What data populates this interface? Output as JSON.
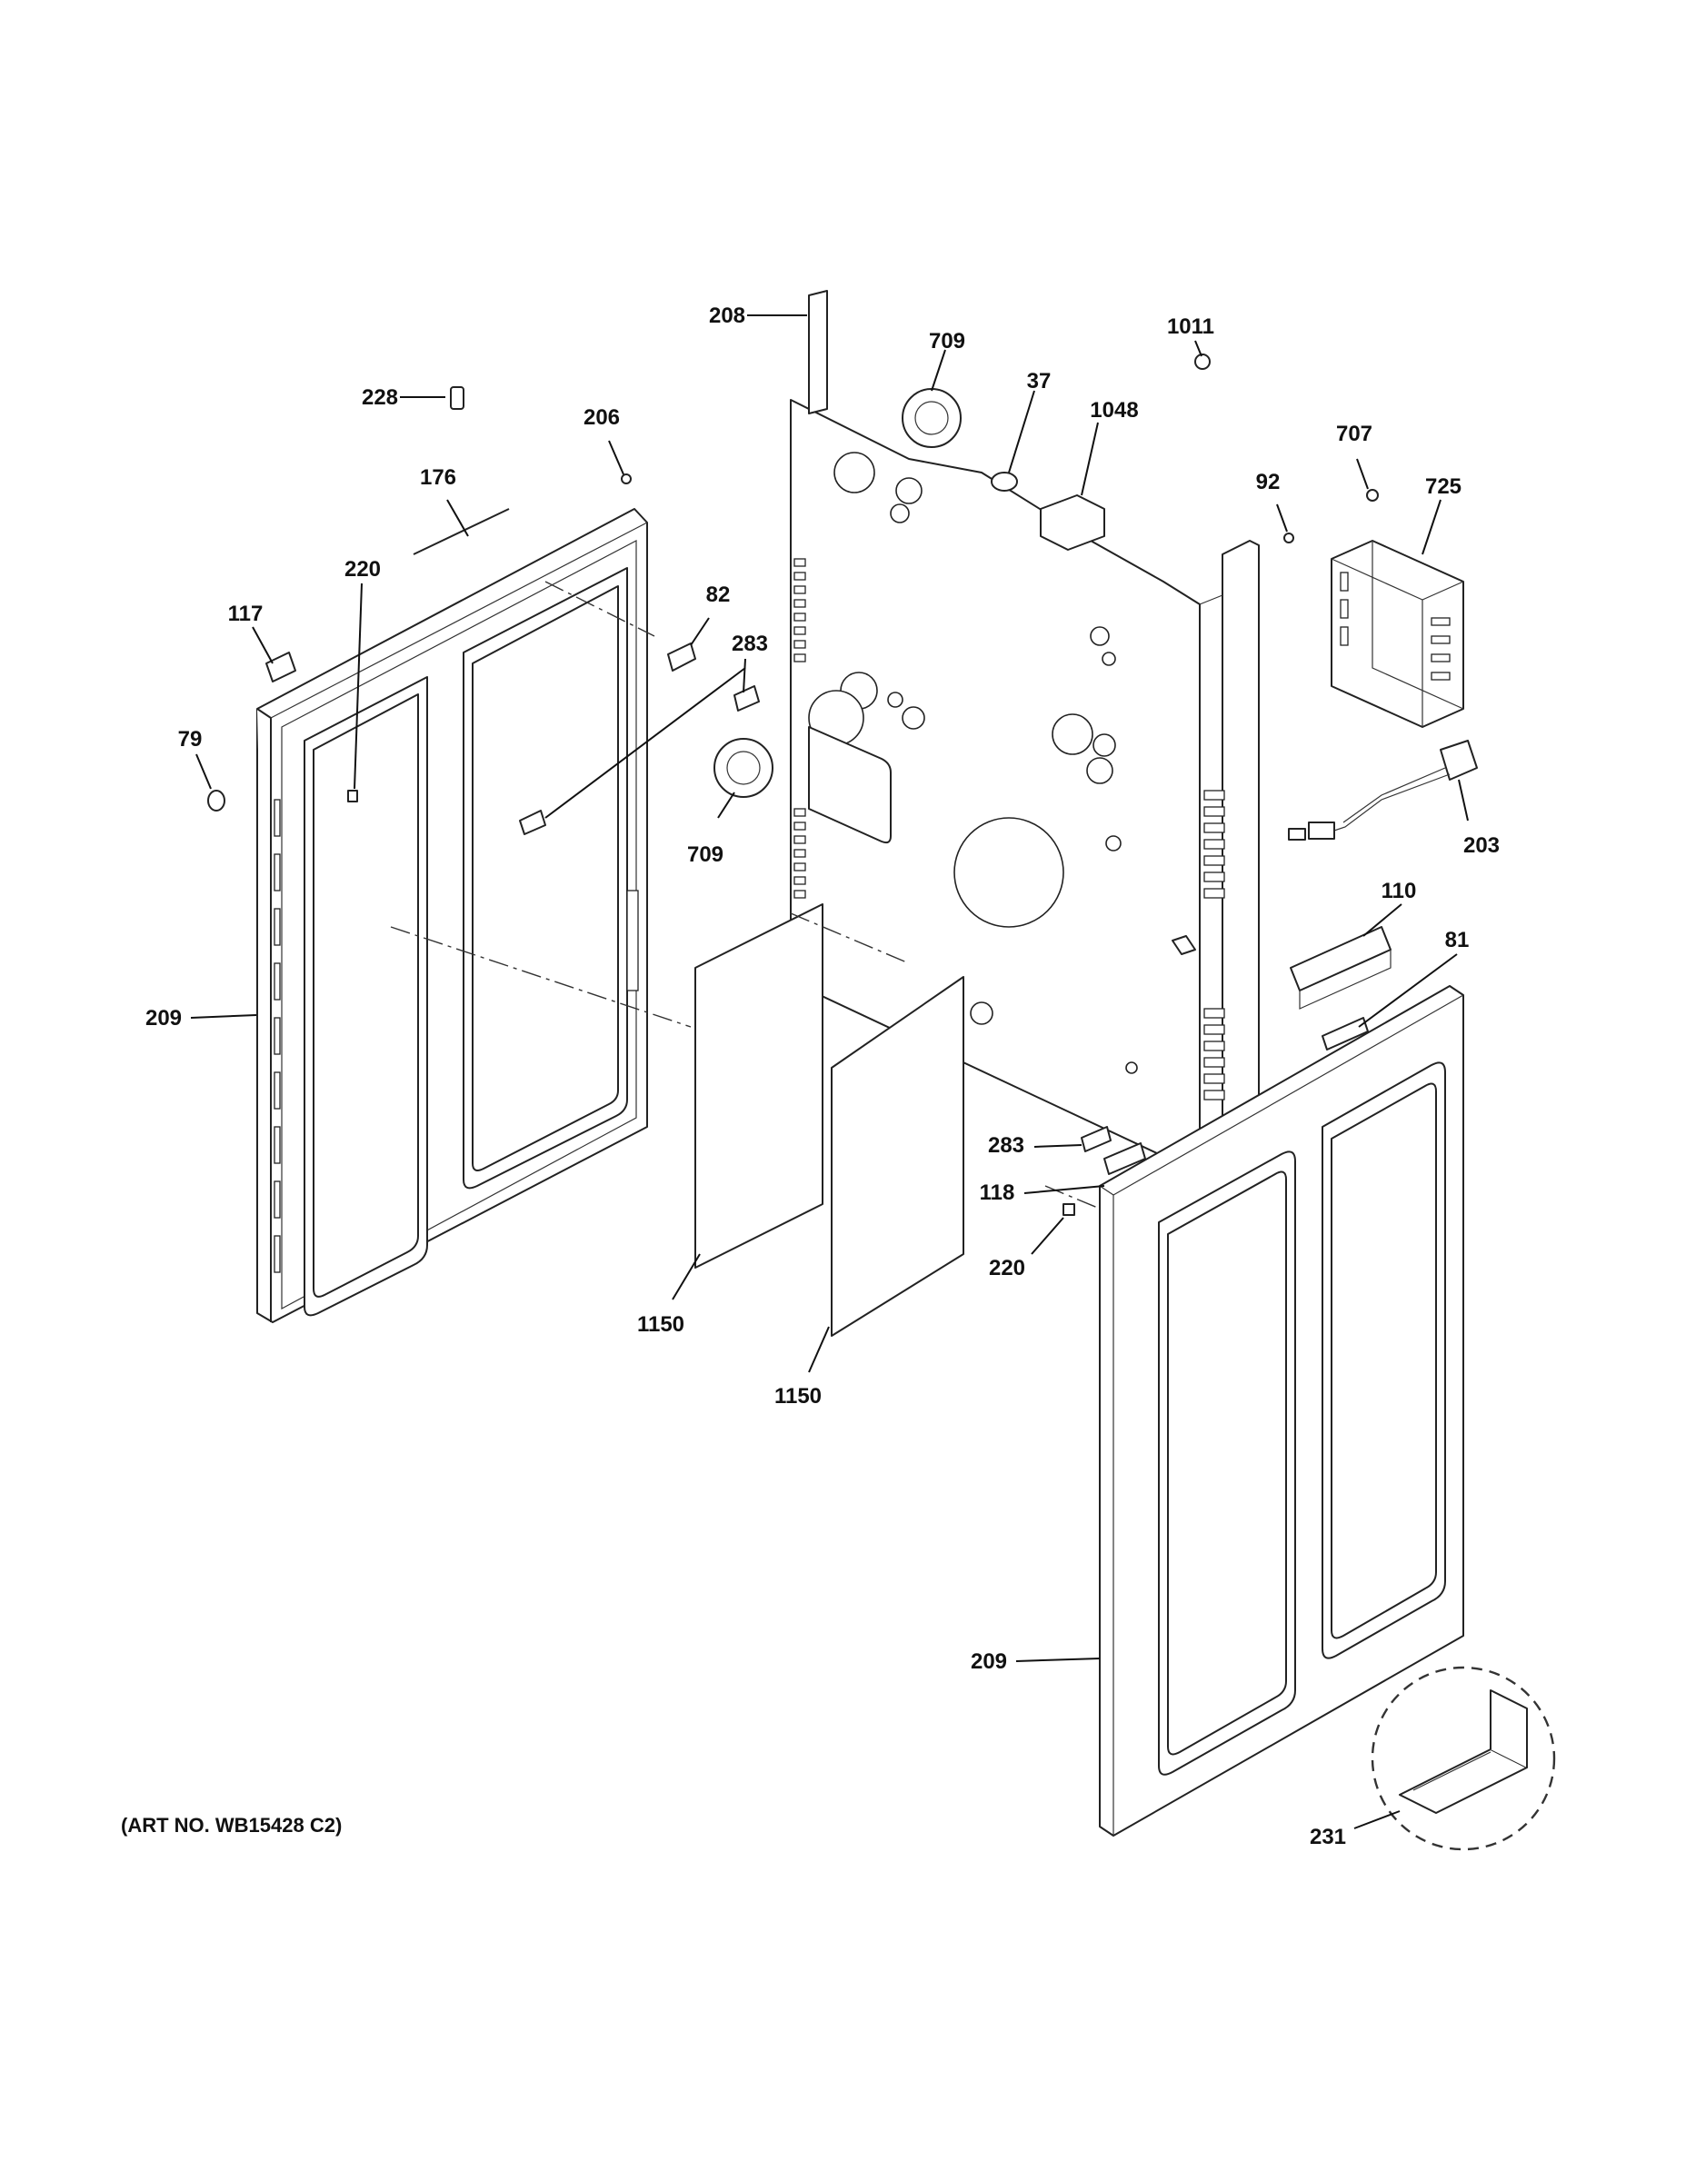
{
  "diagram": {
    "art_number": "(ART NO. WB15428 C2)",
    "callouts": [
      {
        "id": "c-208",
        "text": "208"
      },
      {
        "id": "c-709a",
        "text": "709"
      },
      {
        "id": "c-37",
        "text": "37"
      },
      {
        "id": "c-1011",
        "text": "1011"
      },
      {
        "id": "c-1048",
        "text": "1048"
      },
      {
        "id": "c-707",
        "text": "707"
      },
      {
        "id": "c-92",
        "text": "92"
      },
      {
        "id": "c-725",
        "text": "725"
      },
      {
        "id": "c-228",
        "text": "228"
      },
      {
        "id": "c-206",
        "text": "206"
      },
      {
        "id": "c-176",
        "text": "176"
      },
      {
        "id": "c-220a",
        "text": "220"
      },
      {
        "id": "c-82",
        "text": "82"
      },
      {
        "id": "c-283a",
        "text": "283"
      },
      {
        "id": "c-117",
        "text": "117"
      },
      {
        "id": "c-79",
        "text": "79"
      },
      {
        "id": "c-709b",
        "text": "709"
      },
      {
        "id": "c-203",
        "text": "203"
      },
      {
        "id": "c-110",
        "text": "110"
      },
      {
        "id": "c-81",
        "text": "81"
      },
      {
        "id": "c-209a",
        "text": "209"
      },
      {
        "id": "c-283b",
        "text": "283"
      },
      {
        "id": "c-118",
        "text": "118"
      },
      {
        "id": "c-220b",
        "text": "220"
      },
      {
        "id": "c-1150a",
        "text": "1150"
      },
      {
        "id": "c-1150b",
        "text": "1150"
      },
      {
        "id": "c-209b",
        "text": "209"
      },
      {
        "id": "c-231",
        "text": "231"
      }
    ]
  }
}
